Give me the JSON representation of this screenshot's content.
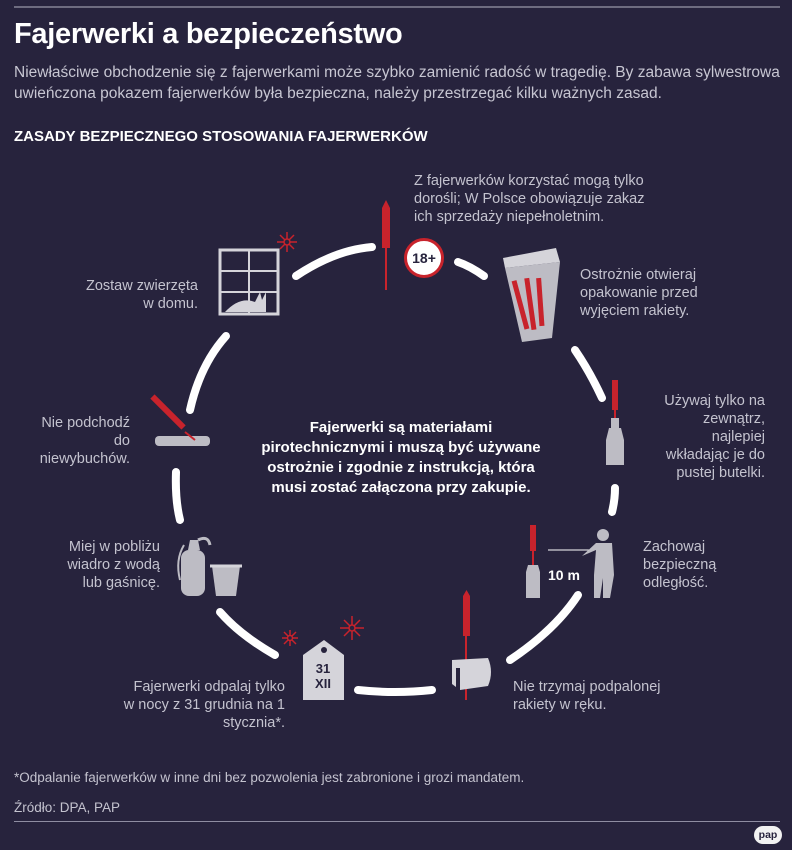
{
  "header": {
    "title": "Fajerwerki a bezpieczeństwo",
    "lead": "Niewłaściwe obchodzenie się z fajerwerkami może szybko zamienić radość w tragedię. By zabawa sylwestrowa uwieńczona pokazem fajerwerków była bezpieczna, należy przestrzegać kilku ważnych zasad.",
    "section_title": "ZASADY BEZPIECZNEGO STOSOWANIA FAJERWERKÓW"
  },
  "rules": {
    "adults": "Z fajerwerków korzystać mogą tylko dorośli; W Polsce obowiązuje zakaz ich sprzedaży niepełnoletnim.",
    "packaging": "Ostrożnie otwieraj opakowanie przed wyjęciem rakiety.",
    "outdoors": "Używaj tylko na zewnątrz, najlepiej wkładając je do pustej butelki.",
    "distance": "Zachowaj bezpieczną odległość.",
    "hand": "Nie trzymaj podpalonej rakiety w ręku.",
    "date": "Fajerwerki odpalaj tylko w nocy z 31 grudnia na 1 stycznia*.",
    "bucket": "Miej w pobliżu wiadro z wodą lub gaśnicę.",
    "duds": "Nie podchodź do niewybuchów.",
    "pets": "Zostaw zwierzęta w domu."
  },
  "badges": {
    "age": "18+",
    "distance": "10 m",
    "calendar_day": "31",
    "calendar_month": "XII"
  },
  "center_text": "Fajerwerki są materiałami pirotechnicznymi i muszą być używane ostrożnie i zgodnie z instrukcją, która musi zostać załączona przy zakupie.",
  "footer": {
    "footnote": "*Odpalanie fajerwerków w inne dni bez pozwolenia jest zabronione i grozi mandatem.",
    "source": "Źródło: DPA, PAP",
    "logo": "pap"
  },
  "colors": {
    "background": "#27233d",
    "accent_red": "#c8232c",
    "icon_grey": "#bdbcc4",
    "text": "#c4c3cf",
    "heading": "#ffffff"
  },
  "icons": [
    "rocket-icon",
    "age-badge-icon",
    "package-icon",
    "bottle-rocket-icon",
    "person-distance-icon",
    "hand-rocket-icon",
    "calendar-icon",
    "extinguisher-icon",
    "bucket-icon",
    "dud-icon",
    "window-cat-icon",
    "sparkle-icon"
  ]
}
